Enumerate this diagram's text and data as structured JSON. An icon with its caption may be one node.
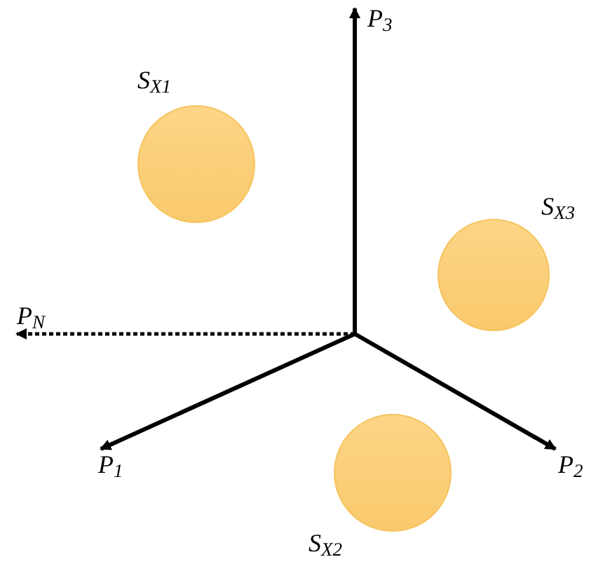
{
  "diagram": {
    "nodes": [
      {
        "text": [],
        "shape": "circle",
        "beside": [
          "S$_{X1}$"
        ]
      },
      {
        "text": [],
        "shape": "circle",
        "beside": [
          "S$_{X3}$"
        ]
      },
      {
        "text": [],
        "shape": "circle",
        "beside": [
          "S$_{X2}$"
        ]
      }
    ],
    "labels": [
      "P$_{3}$",
      "P$_{N}$",
      "P$_{1}$",
      "P$_{2}$"
    ]
  }
}
